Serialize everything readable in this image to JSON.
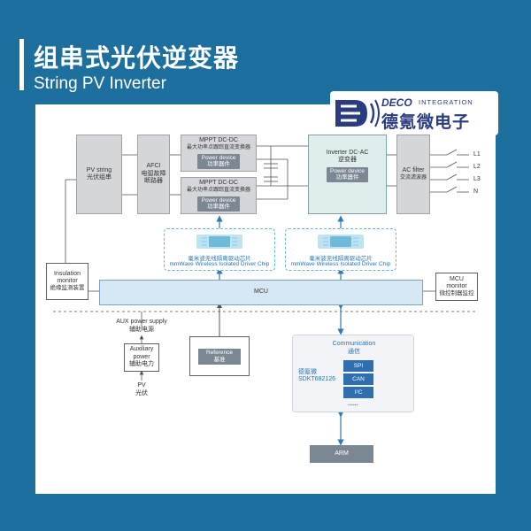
{
  "header": {
    "title_cn": "组串式光伏逆变器",
    "title_en": "String PV Inverter"
  },
  "logo": {
    "brand": "DECO",
    "brand_sub": "INTEGRATION",
    "brand_cn": "德氪微电子"
  },
  "diagram": {
    "pv_string": [
      "PV string",
      "光伏组串"
    ],
    "afci": [
      "AFCI",
      "电弧故障",
      "断路器"
    ],
    "mppt_top": [
      "MPPT DC-DC",
      "最大功率点跟踪直流变换器"
    ],
    "mppt_bottom": [
      "MPPT DC-DC",
      "最大功率点跟踪直流变换器"
    ],
    "power_device": [
      "Power device",
      "功率器件"
    ],
    "inverter": [
      "Inverter DC-AC",
      "逆变器"
    ],
    "ac_filter": [
      "AC filter",
      "交流滤波器"
    ],
    "phases": [
      "L1",
      "L2",
      "L3",
      "N"
    ],
    "driver_chip": [
      "毫米波无线隔离驱动芯片",
      "mmWave Wireless Isolated Driver Chip"
    ],
    "insulation": [
      "Insulation",
      "monitor",
      "绝缘监测装置"
    ],
    "mcu": "MCU",
    "mcu_monitor": [
      "MCU",
      "monitor",
      "微控制器监控"
    ],
    "aux_supply": [
      "AUX power supply",
      "辅助电源"
    ],
    "aux_power": [
      "Auxiliary",
      "power",
      "辅助电力"
    ],
    "pv": [
      "PV",
      "光伏"
    ],
    "reference": [
      "Reference",
      "基准"
    ],
    "communication": [
      "Communication",
      "通信"
    ],
    "comm_chip": [
      "德氪微",
      "SDKT682126"
    ],
    "protocols": [
      "SPI",
      "CAN",
      "I²C"
    ],
    "ellipsis": "......",
    "arm": "ARM"
  },
  "colors": {
    "background": "#1d6f9d",
    "box_gray": "#d4d6d8",
    "box_teal": "#dfeeed",
    "mcu_fill": "#d6e8f4",
    "device_fill": "#7c8794",
    "chip_text": "#2775b8",
    "arrow": "#2f7ab8"
  }
}
